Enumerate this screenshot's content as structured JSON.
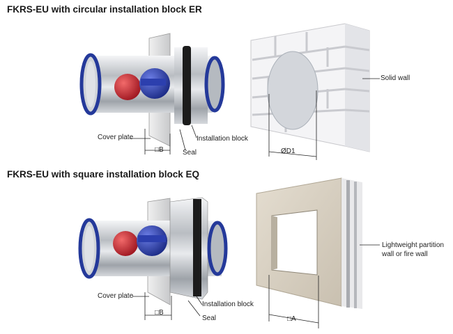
{
  "sections": [
    {
      "title": "FKRS-EU with circular installation block ER",
      "labels": {
        "cover_plate": "Cover plate",
        "seal": "Seal",
        "installation_block": "Installation block",
        "dim_b": "□B",
        "dim_d1": "ØD1",
        "wall": "Solid wall"
      }
    },
    {
      "title": "FKRS-EU with square installation block EQ",
      "labels": {
        "cover_plate": "Cover plate",
        "seal": "Seal",
        "installation_block": "Installation block",
        "dim_b": "□B",
        "dim_a": "□A",
        "wall": "Lightweight partition\nwall or fire wall"
      }
    }
  ],
  "colors": {
    "duct_steel": "#c9ccd0",
    "ring_blue": "#2a3f9a",
    "actuator_red": "#c41e2a",
    "actuator_blue": "#2c3fae",
    "brick": "#f2f2f4",
    "partition_face": "#d6cfc1"
  }
}
